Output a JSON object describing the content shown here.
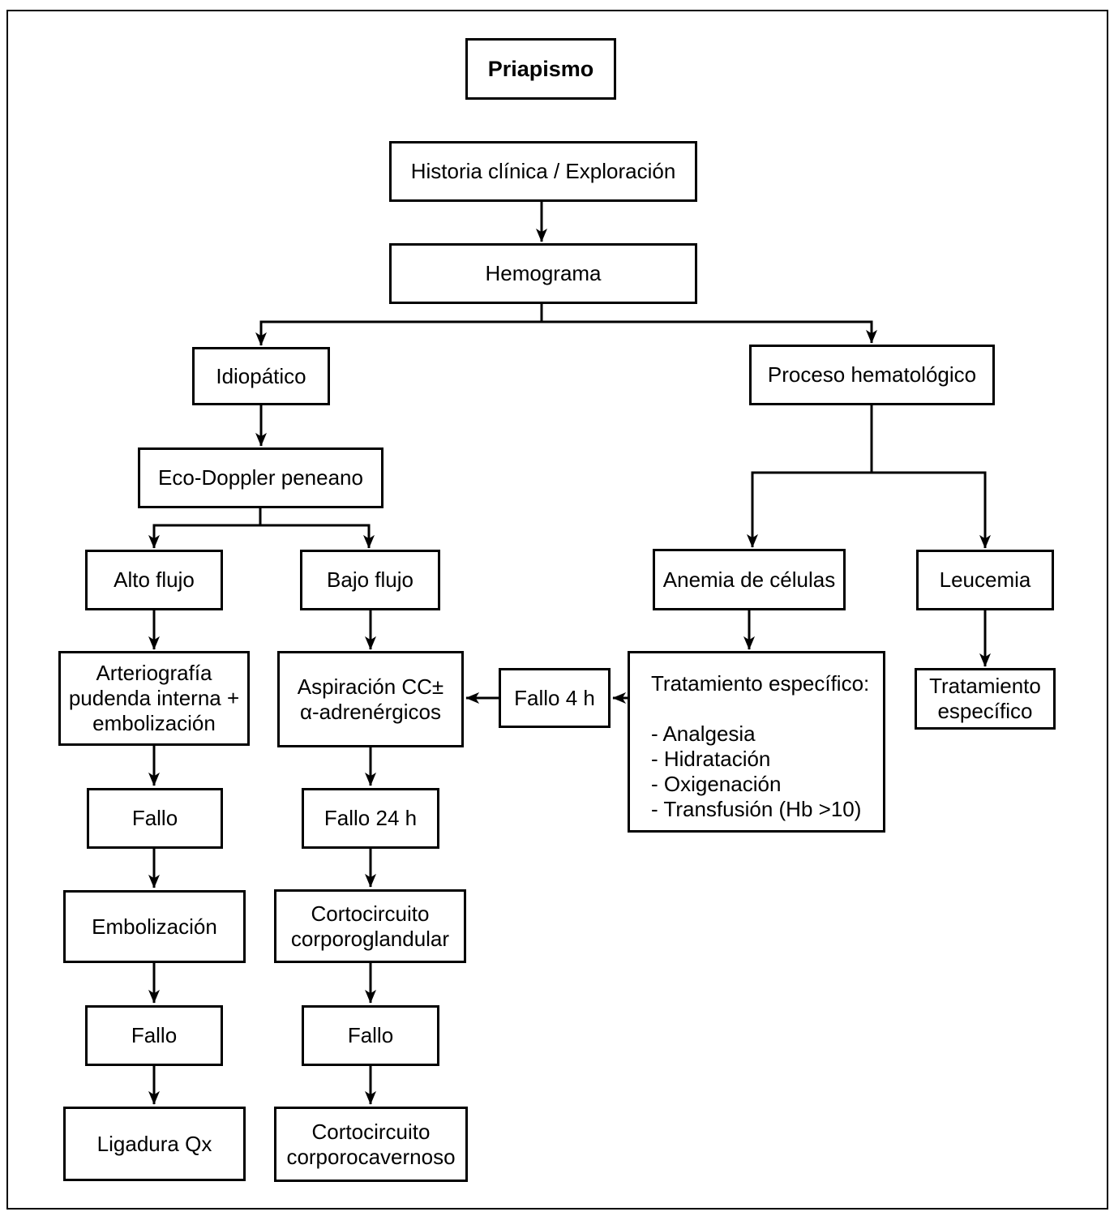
{
  "diagram": {
    "title": "Priapismo",
    "colors": {
      "line": "#000000",
      "background": "#ffffff",
      "text": "#000000"
    },
    "nodes": {
      "priapismo": {
        "label": "Priapismo"
      },
      "historia_clinica": {
        "label": "Historia clínica / Exploración"
      },
      "hemograma": {
        "label": "Hemograma"
      },
      "idiopatico": {
        "label": "Idiopático"
      },
      "proceso_hematologico": {
        "label": "Proceso hematológico"
      },
      "eco_doppler": {
        "label": "Eco-Doppler peneano"
      },
      "alto_flujo": {
        "label": "Alto flujo"
      },
      "bajo_flujo": {
        "label": "Bajo flujo"
      },
      "anemia_celulas": {
        "label": "Anemia de células"
      },
      "leucemia": {
        "label": "Leucemia"
      },
      "arteriografia": {
        "label": "Arteriografía\npudenda interna +\nembolización"
      },
      "aspiracion": {
        "label": "Aspiración CC±\nα-adrenérgicos"
      },
      "fallo_4h": {
        "label": "Fallo 4 h"
      },
      "tratamiento_detalle": {
        "title": "Tratamiento específico:",
        "items": [
          "- Analgesia",
          "- Hidratación",
          "- Oxigenación",
          "- Transfusión (Hb >10)"
        ]
      },
      "tratamiento_especifico": {
        "label": "Tratamiento\nespecífico"
      },
      "fallo_arteriografia": {
        "label": "Fallo"
      },
      "fallo_24h": {
        "label": "Fallo 24 h"
      },
      "embolizacion": {
        "label": "Embolización"
      },
      "cortocircuito_corporoglandular": {
        "label": "Cortocircuito\ncorporoglandular"
      },
      "fallo_embolizacion": {
        "label": "Fallo"
      },
      "fallo_cortocircuito": {
        "label": "Fallo"
      },
      "ligadura_qx": {
        "label": "Ligadura Qx"
      },
      "cortocircuito_corporocavernoso": {
        "label": "Cortocircuito\ncorporocavernoso"
      }
    }
  }
}
